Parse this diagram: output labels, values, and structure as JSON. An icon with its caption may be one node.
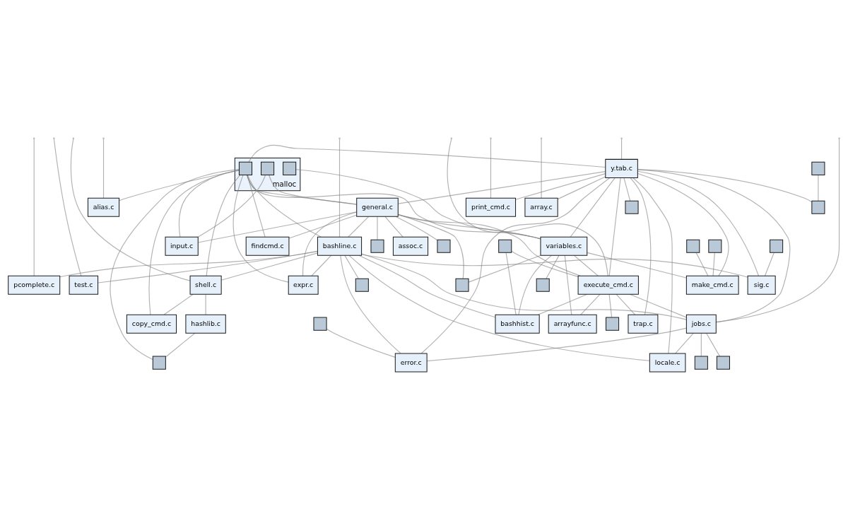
{
  "diagram": {
    "nodes": [
      {
        "text": [
          "malloc"
        ]
      },
      {
        "text": [],
        "shape": "box",
        "in": 0
      },
      {
        "text": [],
        "shape": "box",
        "in": 0
      },
      {
        "text": [],
        "shape": "box",
        "in": 0
      },
      {
        "text": [
          "alias.c"
        ]
      },
      {
        "text": [
          "copy_cmd.c"
        ]
      },
      {
        "text": [
          "shell.c"
        ]
      },
      {
        "text": [
          "pcomplete.c"
        ]
      },
      {
        "text": [
          "hashlib.c"
        ]
      },
      {
        "text": [],
        "shape": "box"
      },
      {
        "text": [
          "input.c"
        ]
      },
      {
        "text": [
          "test.c"
        ]
      },
      {
        "text": [
          "expr.c"
        ]
      },
      {
        "text": [
          "print_cmd.c"
        ]
      },
      {
        "text": [],
        "shape": "box"
      },
      {
        "text": [
          "bashline.c"
        ]
      },
      {
        "text": [
          "array.c"
        ]
      },
      {
        "text": [],
        "shape": "box"
      },
      {
        "text": [
          "y.tab.c"
        ]
      },
      {
        "text": [],
        "shape": "box"
      },
      {
        "text": [],
        "shape": "box"
      },
      {
        "text": [
          "findcmd.c"
        ]
      },
      {
        "text": [],
        "shape": "box"
      },
      {
        "text": [
          "error.c"
        ]
      },
      {
        "text": [
          "assoc.c"
        ]
      },
      {
        "text": [
          "locale.c"
        ]
      },
      {
        "text": [
          "sig.c"
        ]
      },
      {
        "text": [],
        "shape": "box"
      },
      {
        "text": [],
        "shape": "box"
      },
      {
        "text": [
          "general.c"
        ]
      },
      {
        "text": [],
        "shape": "box"
      },
      {
        "text": [],
        "shape": "box"
      },
      {
        "text": [],
        "shape": "box"
      },
      {
        "text": [],
        "shape": "box"
      },
      {
        "text": [],
        "shape": "box"
      },
      {
        "text": [
          "make_cmd.c"
        ]
      },
      {
        "text": [],
        "shape": "box"
      },
      {
        "text": [
          "trap.c"
        ]
      },
      {
        "text": [
          "jobs.c"
        ]
      },
      {
        "text": [
          "arrayfunc.c"
        ]
      },
      {
        "text": [
          "bashhist.c"
        ]
      },
      {
        "text": [],
        "shape": "box"
      },
      {
        "text": [
          "execute_cmd.c"
        ]
      },
      {
        "text": [],
        "shape": "box"
      },
      {
        "text": [
          "variables.c"
        ]
      },
      {
        "text": [],
        "shape": "box"
      }
    ],
    "edges": [
      {
        "from": null,
        "to": 18,
        "arrow": "none"
      },
      {
        "from": null,
        "to": 16,
        "arrow": "none"
      },
      {
        "from": null,
        "to": 13,
        "arrow": "none"
      },
      {
        "from": null,
        "to": 7,
        "arrow": "none"
      },
      {
        "from": null,
        "to": 11,
        "arrow": "none"
      },
      {
        "from": null,
        "to": 6,
        "arrow": "none"
      },
      {
        "from": null,
        "to": 4,
        "arrow": "none"
      },
      {
        "from": null,
        "to": 15,
        "arrow": "none"
      },
      {
        "from": null,
        "to": 42,
        "arrow": "none"
      },
      {
        "from": null,
        "to": 38,
        "arrow": "none"
      },
      {
        "from": 1,
        "to": 5,
        "arrow": "none"
      },
      {
        "from": 1,
        "to": 6,
        "arrow": "none"
      },
      {
        "from": 1,
        "to": 4,
        "arrow": "none"
      },
      {
        "from": 1,
        "to": 10,
        "arrow": "none"
      },
      {
        "from": 1,
        "to": 29,
        "arrow": "none"
      },
      {
        "from": 1,
        "to": 44,
        "arrow": "none"
      },
      {
        "from": 1,
        "to": 18,
        "arrow": "none"
      },
      {
        "from": 1,
        "to": 15,
        "arrow": "none"
      },
      {
        "from": 1,
        "to": 12,
        "arrow": "none"
      },
      {
        "from": 1,
        "to": 9,
        "arrow": "none"
      },
      {
        "from": 1,
        "to": 21,
        "arrow": "none"
      },
      {
        "from": 2,
        "to": 10,
        "arrow": "none"
      },
      {
        "from": 2,
        "to": 29,
        "arrow": "none"
      },
      {
        "from": 3,
        "to": 44,
        "arrow": "none"
      },
      {
        "from": 18,
        "to": 16,
        "arrow": "none"
      },
      {
        "from": 18,
        "to": 13,
        "arrow": "none"
      },
      {
        "from": 18,
        "to": 25,
        "arrow": "none"
      },
      {
        "from": 18,
        "to": 23,
        "arrow": "none"
      },
      {
        "from": 18,
        "to": 26,
        "arrow": "none"
      },
      {
        "from": 18,
        "to": 38,
        "arrow": "none"
      },
      {
        "from": 18,
        "to": 37,
        "arrow": "none"
      },
      {
        "from": 18,
        "to": 35,
        "arrow": "none"
      },
      {
        "from": 18,
        "to": 29,
        "arrow": "none"
      },
      {
        "from": 18,
        "to": 44,
        "arrow": "none"
      },
      {
        "from": 18,
        "to": 42,
        "arrow": "none"
      },
      {
        "from": 18,
        "to": 27,
        "arrow": "none"
      },
      {
        "from": 18,
        "to": 31,
        "arrow": "none"
      },
      {
        "from": 29,
        "to": 24,
        "arrow": "none"
      },
      {
        "from": 29,
        "to": 44,
        "arrow": "none"
      },
      {
        "from": 29,
        "to": 15,
        "arrow": "none"
      },
      {
        "from": 29,
        "to": 42,
        "arrow": "none"
      },
      {
        "from": 29,
        "to": 10,
        "arrow": "none"
      },
      {
        "from": 29,
        "to": 12,
        "arrow": "none"
      },
      {
        "from": 29,
        "to": 21,
        "arrow": "none"
      },
      {
        "from": 29,
        "to": 22,
        "arrow": "none"
      },
      {
        "from": 29,
        "to": 30,
        "arrow": "none"
      },
      {
        "from": 29,
        "to": 41,
        "arrow": "none"
      },
      {
        "from": 44,
        "to": 42,
        "arrow": "none"
      },
      {
        "from": 44,
        "to": 41,
        "arrow": "none"
      },
      {
        "from": 44,
        "to": 39,
        "arrow": "none"
      },
      {
        "from": 44,
        "to": 35,
        "arrow": "none"
      },
      {
        "from": 44,
        "to": 43,
        "arrow": "none"
      },
      {
        "from": 44,
        "to": 40,
        "arrow": "none"
      },
      {
        "from": 15,
        "to": 25,
        "arrow": "none"
      },
      {
        "from": 15,
        "to": 23,
        "arrow": "none"
      },
      {
        "from": 15,
        "to": 26,
        "arrow": "none"
      },
      {
        "from": 15,
        "to": 6,
        "arrow": "none"
      },
      {
        "from": 15,
        "to": 11,
        "arrow": "none"
      },
      {
        "from": 15,
        "to": 7,
        "arrow": "none"
      },
      {
        "from": 15,
        "to": 38,
        "arrow": "none"
      },
      {
        "from": 15,
        "to": 40,
        "arrow": "none"
      },
      {
        "from": 15,
        "to": 14,
        "arrow": "none"
      },
      {
        "from": 15,
        "to": 12,
        "arrow": "none"
      },
      {
        "from": 42,
        "to": 38,
        "arrow": "none"
      },
      {
        "from": 42,
        "to": 37,
        "arrow": "none"
      },
      {
        "from": 42,
        "to": 39,
        "arrow": "none"
      },
      {
        "from": 42,
        "to": 40,
        "arrow": "none"
      },
      {
        "from": 42,
        "to": 33,
        "arrow": "none"
      },
      {
        "from": 38,
        "to": 25,
        "arrow": "none"
      },
      {
        "from": 38,
        "to": 23,
        "arrow": "none"
      },
      {
        "from": 38,
        "to": 34,
        "arrow": "none"
      },
      {
        "from": 38,
        "to": 28,
        "arrow": "none"
      },
      {
        "from": 6,
        "to": 8,
        "arrow": "none"
      },
      {
        "from": 8,
        "to": 9,
        "arrow": "none"
      },
      {
        "from": 6,
        "to": 5,
        "arrow": "none"
      },
      {
        "from": 17,
        "to": 23,
        "arrow": "none"
      },
      {
        "from": 19,
        "to": 27,
        "arrow": "none"
      },
      {
        "from": 20,
        "to": 26,
        "arrow": "none"
      },
      {
        "from": 32,
        "to": 35,
        "arrow": "none"
      },
      {
        "from": 36,
        "to": 35,
        "arrow": "none"
      },
      {
        "from": 45,
        "to": 40,
        "arrow": "none"
      },
      {
        "from": 45,
        "to": 42,
        "arrow": "none"
      }
    ]
  }
}
